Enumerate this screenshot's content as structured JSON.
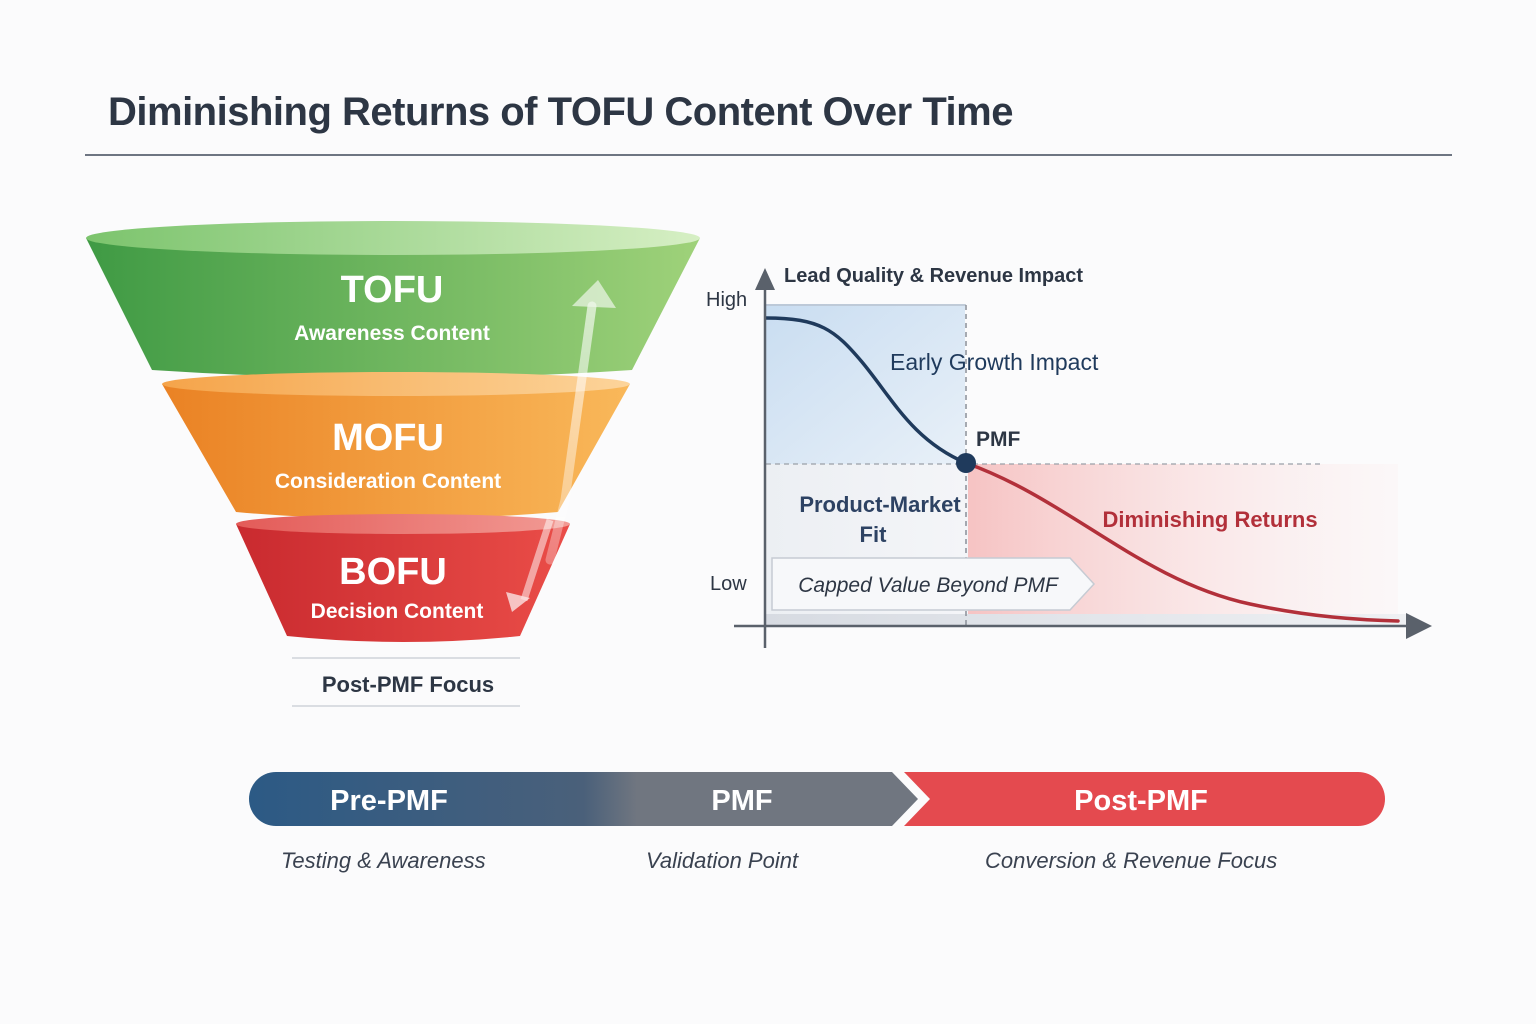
{
  "title": "Diminishing Returns of TOFU Content Over Time",
  "funnel": {
    "stages": [
      {
        "name": "TOFU",
        "label": "Awareness Content"
      },
      {
        "name": "MOFU",
        "label": "Consideration Content"
      },
      {
        "name": "BOFU",
        "label": "Decision Content"
      }
    ],
    "footer": "Post-PMF Focus"
  },
  "chart": {
    "y_axis_title": "Lead Quality & Revenue Impact",
    "y_high": "High",
    "y_low": "Low",
    "early_label": "Early Growth Impact",
    "pmf_label": "PMF",
    "fit_label_line1": "Product-Market",
    "fit_label_line2": "Fit",
    "diminishing_label": "Diminishing Returns",
    "capped_label": "Capped Value Beyond PMF"
  },
  "timeline": {
    "segments": [
      {
        "label": "Pre-PMF",
        "caption": "Testing & Awareness"
      },
      {
        "label": "PMF",
        "caption": "Validation Point"
      },
      {
        "label": "Post-PMF",
        "caption": "Conversion & Revenue Focus"
      }
    ]
  },
  "colors": {
    "tofu": "#5fb356",
    "mofu": "#f39a34",
    "bofu": "#dd3c3a",
    "navy": "#1f3a5c",
    "curve_red": "#b2303a",
    "timeline_blue": "#2c5a85",
    "timeline_red": "#e44a4f"
  }
}
